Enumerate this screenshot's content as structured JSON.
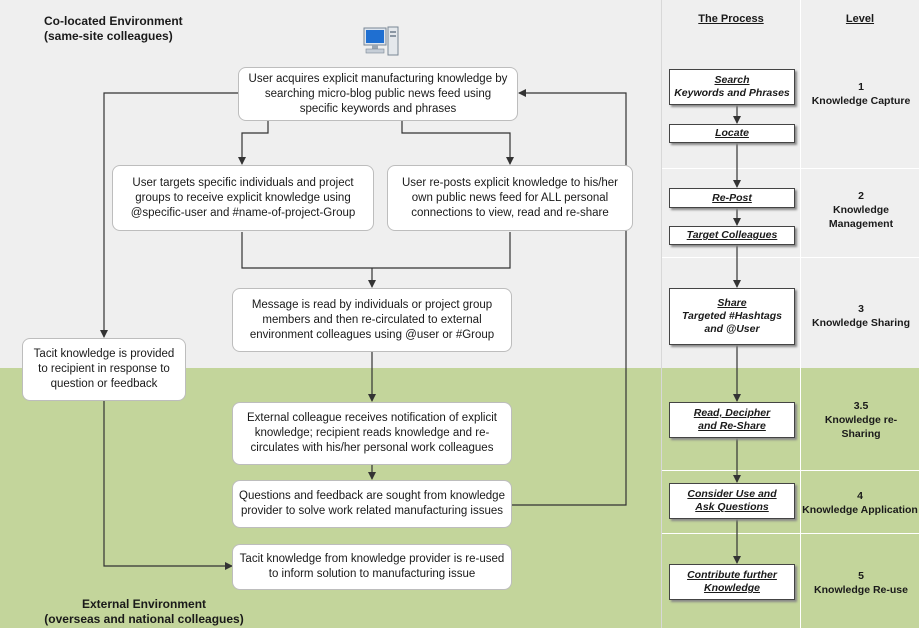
{
  "environments": {
    "colocated_title": "Co-located Environment",
    "colocated_subtitle": "(same-site colleagues)",
    "external_title": "External Environment",
    "external_subtitle": "(overseas and national colleagues)",
    "colors": {
      "colocated": "#efefef",
      "external": "#c3d59b",
      "separator": "#ffffff"
    }
  },
  "columns": {
    "process": "The Process",
    "level": "Level"
  },
  "flow": {
    "acquire": "User acquires explicit manufacturing knowledge by searching micro-blog public news feed using specific keywords and phrases",
    "target": "User targets specific individuals and project groups to receive explicit knowledge using @specific-user and #name-of-project-Group",
    "repost": "User re-posts explicit knowledge to his/her own public news feed for ALL personal connections to view, read and re-share",
    "message": "Message is read by individuals or project group members and then re-circulated to external environment colleagues using @user or #Group",
    "tacit_provided": "Tacit knowledge is provided to recipient in response to question or feedback",
    "external_receives": "External colleague receives notification of explicit knowledge; recipient reads knowledge and re-circulates with his/her personal work colleagues",
    "questions": "Questions and feedback are sought from knowledge provider to solve work related manufacturing issues",
    "tacit_reused": "Tacit knowledge from knowledge provider is re-used to inform solution to manufacturing issue"
  },
  "process": {
    "search_1": "Search",
    "search_2": "Keywords and Phrases",
    "locate": "Locate",
    "repost": "Re-Post",
    "target": "Target Colleagues",
    "share_1": "Share",
    "share_2": "Targeted #Hashtags",
    "share_3": "and @User",
    "read_1": "Read, Decipher",
    "read_2": "and Re-Share",
    "consider_1": "Consider Use and",
    "consider_2": "Ask Questions",
    "contribute_1": "Contribute further",
    "contribute_2": "Knowledge"
  },
  "levels": [
    {
      "num": "1",
      "name": "Knowledge Capture"
    },
    {
      "num": "2",
      "name": "Knowledge Management"
    },
    {
      "num": "3",
      "name": "Knowledge Sharing"
    },
    {
      "num": "3.5",
      "name": "Knowledge re-Sharing"
    },
    {
      "num": "4",
      "name": "Knowledge Application"
    },
    {
      "num": "5",
      "name": "Knowledge Re-use"
    }
  ],
  "icons": {
    "computer": "computer-icon"
  }
}
